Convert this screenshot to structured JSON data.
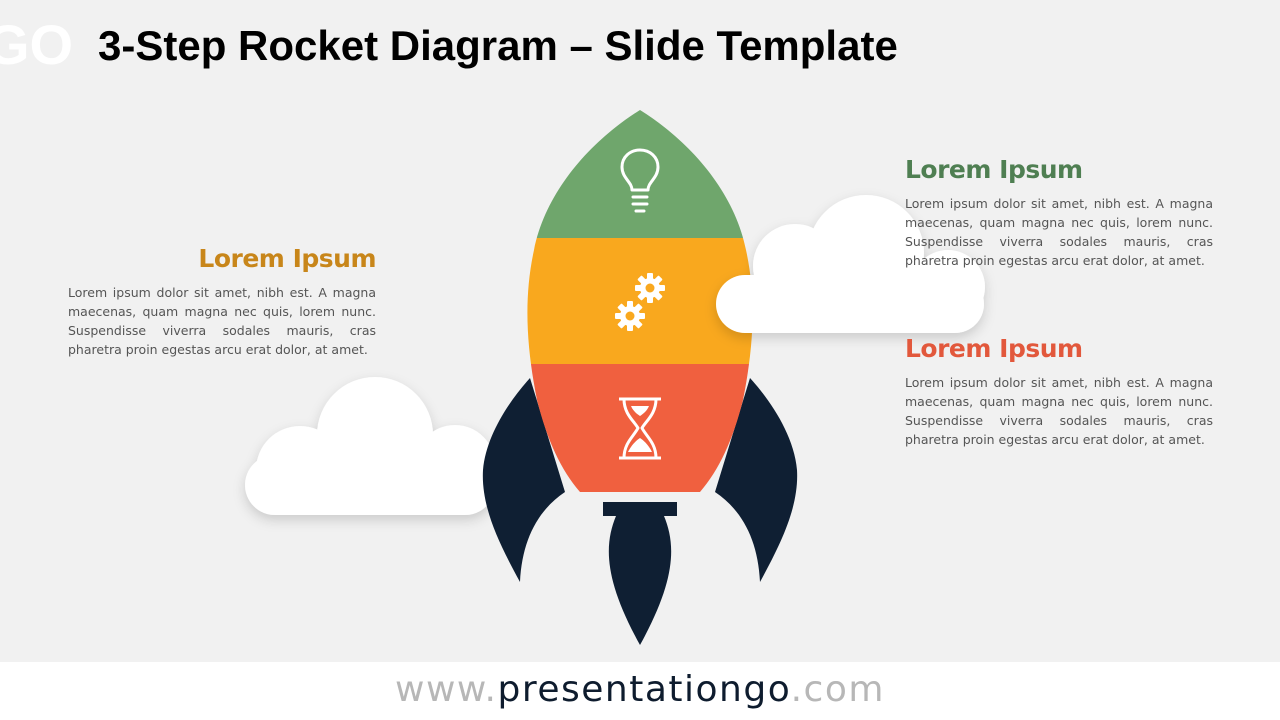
{
  "title": "3-Step Rocket Diagram – Slide Template",
  "logo_text": "GO",
  "steps": [
    {
      "heading": "Lorem Ipsum",
      "body": "Lorem ipsum dolor sit amet, nibh est. A magna maecenas, quam magna nec quis, lorem nunc. Suspendisse viverra sodales mauris, cras pharetra proin egestas arcu erat dolor, at amet.",
      "color": "#6fa66c",
      "heading_color": "#4f7f52",
      "icon": "lightbulb-icon"
    },
    {
      "heading": "Lorem Ipsum",
      "body": "Lorem ipsum dolor sit amet, nibh est. A magna maecenas, quam magna nec quis, lorem nunc. Suspendisse viverra sodales mauris, cras pharetra proin egestas arcu erat dolor, at amet.",
      "color": "#f9a81e",
      "heading_color": "#c8861a",
      "icon": "gears-icon"
    },
    {
      "heading": "Lorem Ipsum",
      "body": "Lorem ipsum dolor sit amet, nibh est. A magna maecenas, quam magna nec quis, lorem nunc. Suspendisse viverra sodales mauris, cras pharetra proin egestas arcu erat dolor, at amet.",
      "color": "#f0603f",
      "heading_color": "#e2583c",
      "icon": "hourglass-icon"
    }
  ],
  "rocket_fin_color": "#0f1f33",
  "cloud_color": "#ffffff",
  "background_color": "#f1f1f1",
  "footer": {
    "url_prefix": "www.",
    "url_main": "presentationgo",
    "url_suffix": ".com"
  }
}
